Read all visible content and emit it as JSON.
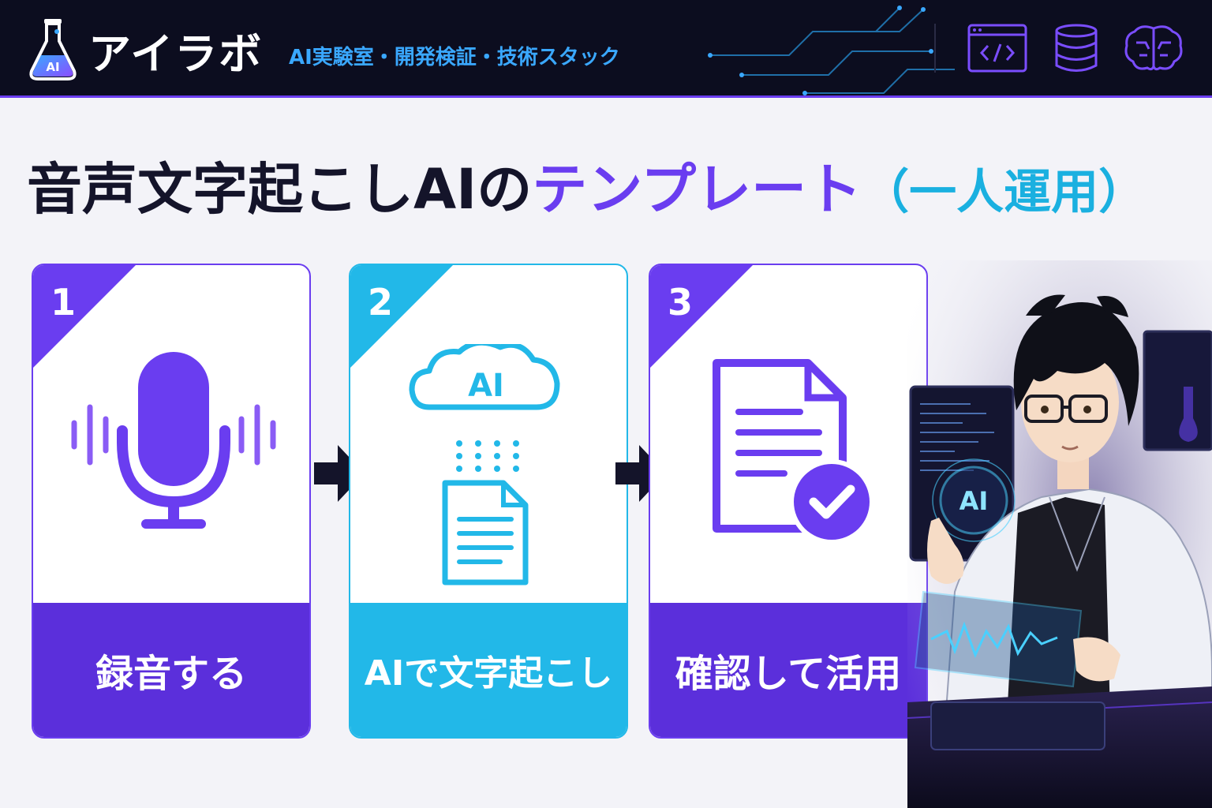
{
  "header": {
    "brand": "アイラボ",
    "logo_text": "AI",
    "tagline": "AI実験室・開発検証・技術スタック",
    "icons": [
      "code-window-icon",
      "database-icon",
      "brain-icon"
    ]
  },
  "title": {
    "part1": "音声文字起こしAIの",
    "part2": "テンプレート",
    "part3": "（一人運用）"
  },
  "steps": [
    {
      "num": "1",
      "label": "録音する",
      "icon": "microphone-icon",
      "color": "#6a3df0"
    },
    {
      "num": "2",
      "label": "AIで文字起こし",
      "icon": "ai-cloud-icon",
      "icon_text": "AI",
      "color": "#22b8e8"
    },
    {
      "num": "3",
      "label": "確認して活用",
      "icon": "document-check-icon",
      "color": "#6a3df0"
    }
  ],
  "illustration": {
    "hologram_text": "AI"
  },
  "colors": {
    "purple": "#6a3df0",
    "cyan": "#22b8e8",
    "header_bg": "#0c0d1f"
  }
}
